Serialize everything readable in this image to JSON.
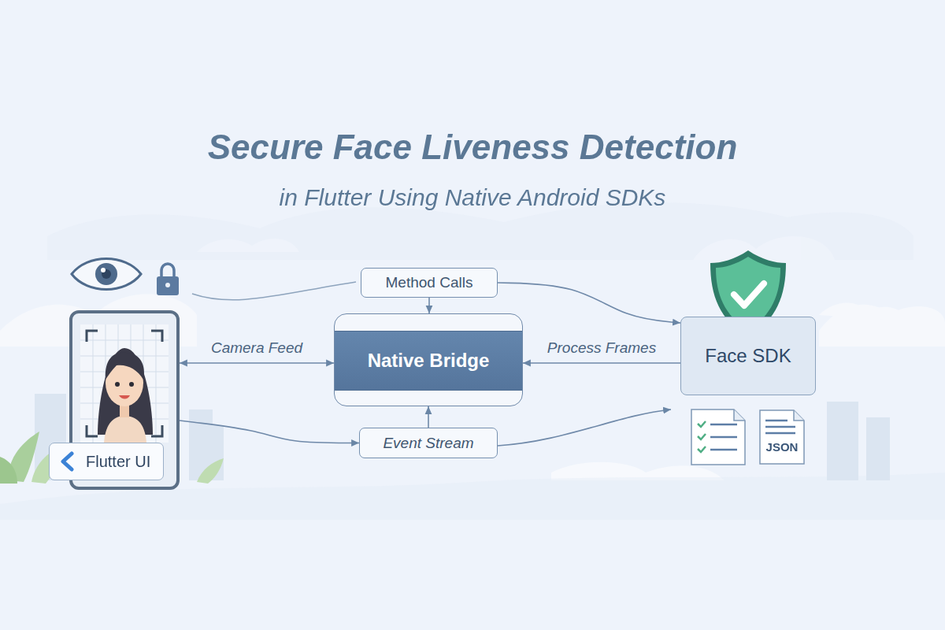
{
  "diagram": {
    "title": "Secure Face Liveness Detection",
    "nodes": [
      {
        "text": [
          "Method Calls"
        ]
      },
      {
        "text": [
          "Flutter UI"
        ]
      },
      {
        "text": [
          "Native Bridge"
        ]
      },
      {
        "text": [
          "Face SDK"
        ]
      },
      {
        "text": [
          "Event Stream"
        ]
      },
      {
        "text": [
          "JSON"
        ]
      }
    ],
    "edges": [
      {
        "from": 0,
        "to": 2,
        "arrow": "to"
      },
      {
        "from": 1,
        "to": 2,
        "label": "Camera Feed",
        "arrow": "both"
      },
      {
        "from": 3,
        "to": 2,
        "label": "Process Frames",
        "arrow": "to"
      },
      {
        "from": 4,
        "to": 2,
        "arrow": "to"
      },
      {
        "from": 0,
        "to": 3,
        "arrow": "to"
      },
      {
        "from": 1,
        "to": 4,
        "arrow": "to"
      }
    ],
    "labels": [
      "in Flutter Using Native Android SDKs"
    ]
  }
}
